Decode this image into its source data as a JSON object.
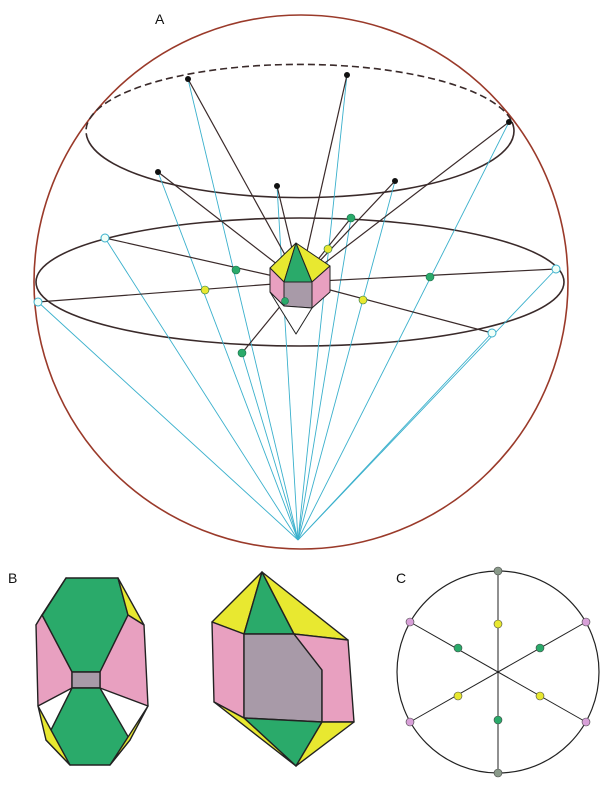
{
  "panels": {
    "a": {
      "label": "A"
    },
    "b": {
      "label": "B"
    },
    "c": {
      "label": "C"
    }
  },
  "colors": {
    "sphere_outline": "#9a3a2a",
    "circle_line": "#3a2a2a",
    "projection_line": "#3ab0cc",
    "face_green": "#2aaa6a",
    "face_yellow": "#e8e830",
    "face_pink": "#e8a0c0",
    "face_grey": "#a89aa8",
    "pole_white": "#f0fff8",
    "pole_violet": "#d8a0d8",
    "pole_grey": "#8a9a8a"
  }
}
